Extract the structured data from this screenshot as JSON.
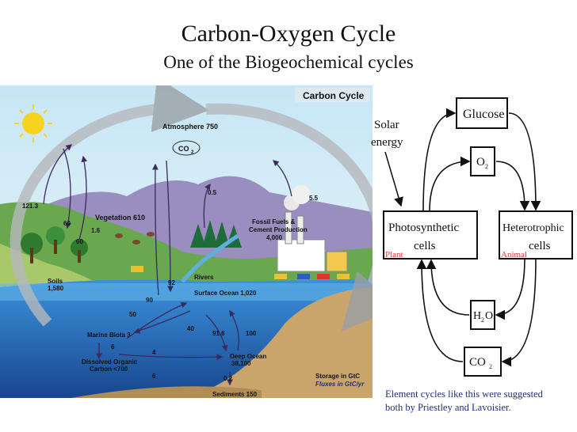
{
  "header": {
    "title": "Carbon-Oxygen Cycle",
    "subtitle": "One of the Biogeochemical cycles"
  },
  "carbon_cycle": {
    "heading": "Carbon Cycle",
    "atmosphere": "Atmosphere 750",
    "co2": "CO",
    "co2_sub": "2",
    "vegetation": "Vegetation 610",
    "fossil_1": "Fossil Fuels &",
    "fossil_2": "Cement Production",
    "fossil_3": "4,000",
    "soils_1": "Soils",
    "soils_2": "1,580",
    "rivers": "Rivers",
    "surface_ocean": "Surface Ocean 1,020",
    "marine_biota": "Marine Biota 3",
    "doc_1": "Dissolved Organic",
    "doc_2": "Carbon <700",
    "deep_ocean_1": "Deep Ocean",
    "deep_ocean_2": "38,100",
    "sediments": "Sediments 150",
    "storage": "Storage in GtC",
    "fluxes": "Fluxes in GtC/yr",
    "flux_121": "121.3",
    "flux_60a": "60",
    "flux_60b": "60",
    "flux_16": "1.6",
    "flux_05": "0.5",
    "flux_55": "5.5",
    "flux_92": "92",
    "flux_90": "90",
    "flux_50": "50",
    "flux_40": "40",
    "flux_916": "91.6",
    "flux_100": "100",
    "flux_6a": "6",
    "flux_4": "4",
    "flux_6b": "6",
    "flux_02": "0.2"
  },
  "flow": {
    "solar_1": "Solar",
    "solar_2": "energy",
    "glucose": "Glucose",
    "o2": "O",
    "o2_sub": "2",
    "photo_1": "Photosynthetic",
    "photo_2": "cells",
    "hetero_1": "Heterotrophic",
    "hetero_2": "cells",
    "plant": "Plant",
    "animal": "Animal",
    "h2o_h": "H",
    "h2o_sub": "2",
    "h2o_o": "O",
    "co2": "CO",
    "co2_sub": "2"
  },
  "caption": {
    "line1": "Element cycles like this were suggested",
    "line2": "both by Priestley and Lavoisier."
  },
  "colors": {
    "sky": "#d4ecf6",
    "ocean": "#2f7fd0",
    "deep_ocean": "#1b4fa6",
    "mountain": "#9a8dbf",
    "grass": "#6aa84f",
    "caption_text": "#1f2f80",
    "label_red": "#e53a2e"
  }
}
